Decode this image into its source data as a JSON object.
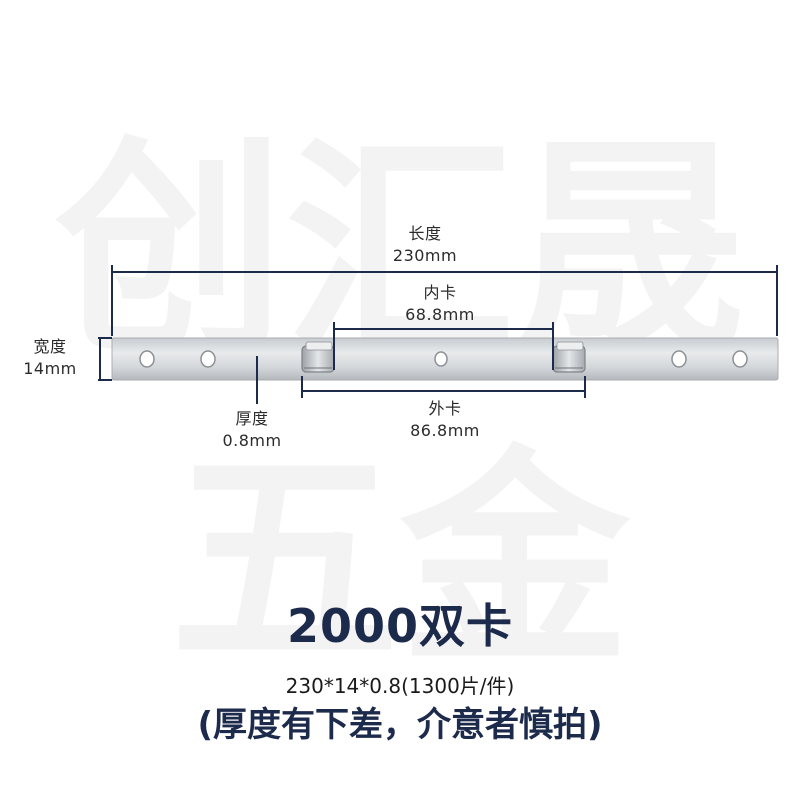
{
  "watermark": {
    "line1": "创汇晟",
    "line2": "五金"
  },
  "dimensions": {
    "length": {
      "label": "长度",
      "value": "230mm"
    },
    "inner_clip": {
      "label": "内卡",
      "value": "68.8mm"
    },
    "outer_clip": {
      "label": "外卡",
      "value": "86.8mm"
    },
    "width": {
      "label": "宽度",
      "value": "14mm"
    },
    "thickness": {
      "label": "厚度",
      "value": "0.8mm"
    }
  },
  "product": {
    "title": "2000双卡",
    "spec": "230*14*0.8(1300片/件)",
    "note": "(厚度有下差，介意者慎拍)"
  },
  "colors": {
    "title": "#1c2a4b",
    "dimension_line": "#1c2a4b",
    "metal": "#d6d9dc",
    "watermark": "#f3f3f3"
  },
  "icons": [
    "hole-icon",
    "clip-tab-icon"
  ]
}
